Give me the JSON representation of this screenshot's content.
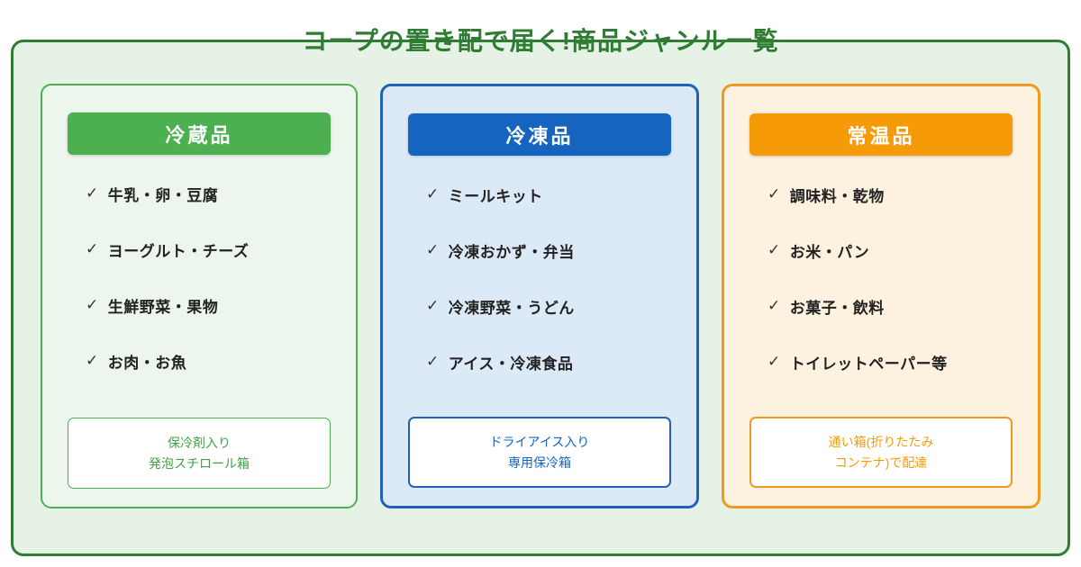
{
  "page_title": "コープの置き配で届く!商品ジャンル一覧",
  "check_icon": "✓",
  "theme_colors": {
    "title_and_outline": "#2e7d32",
    "panel_background": "#e7f2e7",
    "green_accent": "#4caf50",
    "blue_accent": "#1565c0",
    "orange_accent": "#f79a08"
  },
  "cards": [
    {
      "label": "冷蔵品",
      "theme": "green",
      "items": [
        "牛乳・卵・豆腐",
        "ヨーグルト・チーズ",
        "生鮮野菜・果物",
        "お肉・お魚"
      ],
      "note_lines": [
        "保冷剤入り",
        "発泡スチロール箱"
      ]
    },
    {
      "label": "冷凍品",
      "theme": "blue",
      "items": [
        "ミールキット",
        "冷凍おかず・弁当",
        "冷凍野菜・うどん",
        "アイス・冷凍食品"
      ],
      "note_lines": [
        "ドライアイス入り",
        "専用保冷箱"
      ]
    },
    {
      "label": "常温品",
      "theme": "orange",
      "items": [
        "調味料・乾物",
        "お米・パン",
        "お菓子・飲料",
        "トイレットペーパー等"
      ],
      "note_lines": [
        "通い箱(折りたたみ",
        "コンテナ)で配達"
      ]
    }
  ]
}
